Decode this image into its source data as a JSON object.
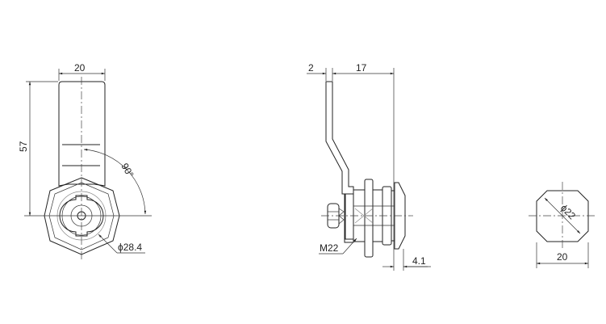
{
  "front_view": {
    "width_dim": "20",
    "height_dim": "57",
    "angle_dim": "90°",
    "diameter_dim": "ϕ28.4"
  },
  "side_view": {
    "thickness_dim": "2",
    "offset_dim": "17",
    "thread_label": "M22",
    "protrusion_dim": "4.1"
  },
  "cutout_view": {
    "diameter_dim": "ϕ22",
    "width_dim": "20"
  }
}
